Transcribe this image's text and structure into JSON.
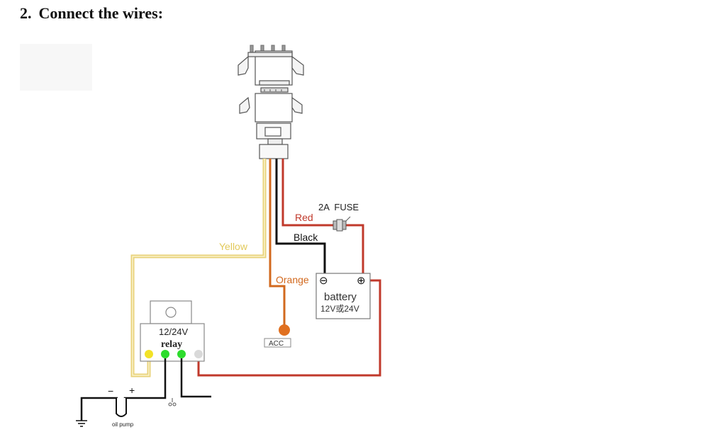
{
  "heading": {
    "number": "2.",
    "text": "Connect the wires:"
  },
  "wires": {
    "red": "Red",
    "black": "Black",
    "yellow": "Yellow",
    "orange": "Orange"
  },
  "fuse_label": "2A  FUSE",
  "battery": {
    "minus": "⊖",
    "plus": "⊕",
    "label": "battery",
    "voltage": "12V或24V"
  },
  "acc_label": "ACC",
  "relay": {
    "voltage": "12/24V",
    "label": "relay"
  },
  "pump": {
    "label": "oil pump",
    "minus": "−",
    "plus": "+"
  },
  "colors": {
    "red": "#c0392b",
    "black": "#111111",
    "yellow": "#e8d27a",
    "orange": "#d2691e",
    "relay_yellow": "#f2e227",
    "relay_green": "#2ddc2d",
    "relay_grey": "#d9d9d9"
  }
}
